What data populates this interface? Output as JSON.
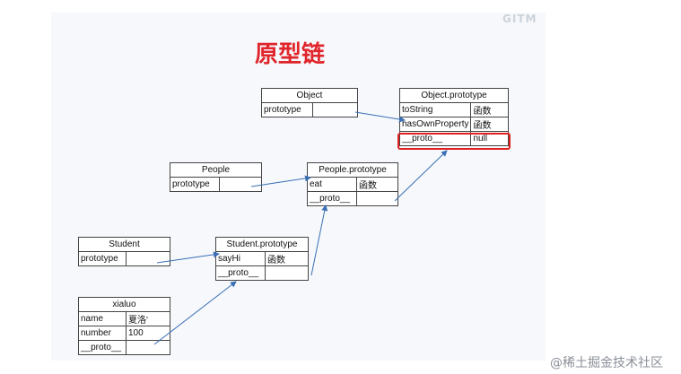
{
  "title": "原型链",
  "corner_logo": "GITM",
  "watermark": "@稀土掘金技术社区",
  "tables": {
    "object": {
      "header": "Object",
      "rows": [
        [
          "prototype",
          ""
        ]
      ]
    },
    "object_prototype": {
      "header": "Object.prototype",
      "rows": [
        [
          "toString",
          "函数"
        ],
        [
          "hasOwnProperty",
          "函数"
        ],
        [
          "__proto__",
          "null"
        ]
      ]
    },
    "people": {
      "header": "People",
      "rows": [
        [
          "prototype",
          ""
        ]
      ]
    },
    "people_prototype": {
      "header": "People.prototype",
      "rows": [
        [
          "eat",
          "函数"
        ],
        [
          "__proto__",
          ""
        ]
      ]
    },
    "student": {
      "header": "Student",
      "rows": [
        [
          "prototype",
          ""
        ]
      ]
    },
    "student_prototype": {
      "header": "Student.prototype",
      "rows": [
        [
          "sayHi",
          "函数"
        ],
        [
          "__proto__",
          ""
        ]
      ]
    },
    "xialuo": {
      "header": "xialuo",
      "rows": [
        [
          "name",
          "夏洛'"
        ],
        [
          "number",
          "100"
        ],
        [
          "__proto__",
          ""
        ]
      ]
    }
  },
  "colors": {
    "title": "#e0252b",
    "arrow": "#3a6fb5",
    "highlight": "#e02020"
  }
}
